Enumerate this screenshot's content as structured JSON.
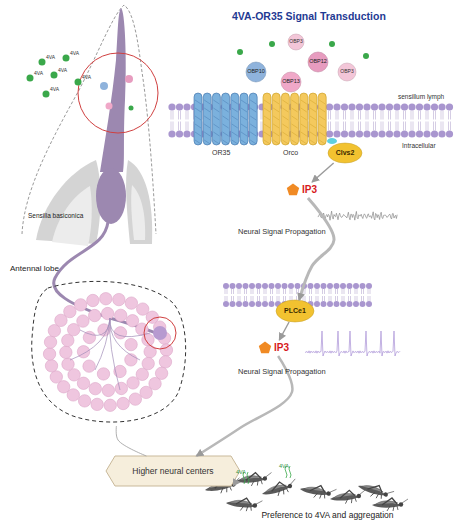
{
  "diagram": {
    "title": "4VA-OR35 Signal Transduction",
    "nodes": [
      {
        "text": [
          "OBP3"
        ]
      },
      {
        "text": [
          "OBP10"
        ]
      },
      {
        "text": [
          "OBP12"
        ]
      },
      {
        "text": [
          "OBP13"
        ]
      },
      {
        "text": [
          "OBP3"
        ]
      },
      {
        "text": [
          "Clvs2"
        ]
      },
      {
        "text": [
          "IP3"
        ]
      },
      {
        "text": [
          "PLCe1"
        ]
      },
      {
        "text": [
          "IP3"
        ]
      },
      {
        "text": [
          "Antennal lobe"
        ]
      },
      {
        "text": [
          "Higher neural centers"
        ]
      },
      {
        "text": [
          "Preference to 4VA and aggregation"
        ]
      }
    ],
    "edges": [
      {
        "from": 5,
        "to": 6,
        "arrow": "to"
      },
      {
        "from": 6,
        "to": 7,
        "arrow": "to"
      },
      {
        "from": 7,
        "to": 8,
        "arrow": "to"
      },
      {
        "from": 9,
        "to": 10,
        "arrow": "none"
      },
      {
        "from": 8,
        "to": 10,
        "arrow": "to"
      },
      {
        "from": 10,
        "to": 11,
        "arrow": "to"
      }
    ],
    "labels": [
      "4VA",
      "4VA",
      "4VA",
      "4VA",
      "4VA",
      "4VA",
      "Sensilla basiconica",
      "sensillum lymph",
      "Intracellular",
      "OR35",
      "Orco",
      "Neural Signal Propagation",
      "Neural Signal Propagation",
      "4VA",
      "4VA"
    ]
  }
}
